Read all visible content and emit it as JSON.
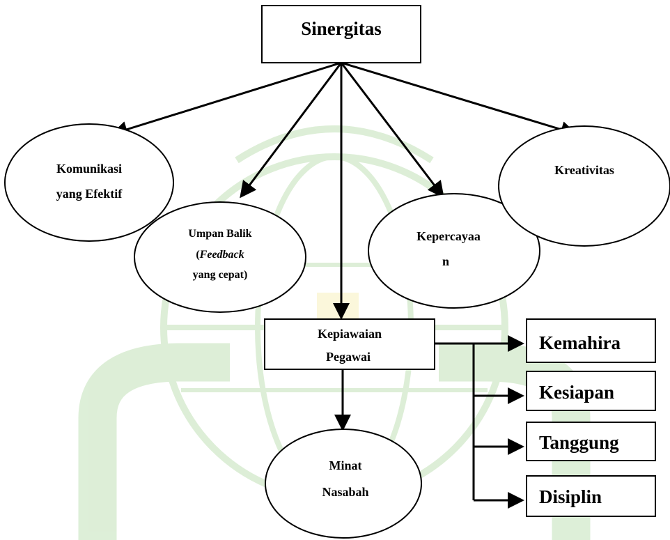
{
  "diagram": {
    "watermark": "university logo watermark",
    "nodes": {
      "sinergitas": "Sinergitas",
      "komunikasi_l1": "Komunikasi",
      "komunikasi_l2": "yang Efektif",
      "umpan_l1": "Umpan Balik",
      "umpan_l2_open": "(",
      "umpan_l2_italic": "Feedback",
      "umpan_l3": "yang cepat)",
      "kepercayaan_l1": "Kepercayaa",
      "kepercayaan_l2": "n",
      "kreativitas": "Kreativitas",
      "kepiawaian_l1": "Kepiawaian",
      "kepiawaian_l2": "Pegawai",
      "minat_l1": "Minat",
      "minat_l2": "Nasabah",
      "kemahiran": "Kemahira",
      "kesiapan": "Kesiapan",
      "tanggung": "Tanggung",
      "disiplin": "Disiplin"
    },
    "colors": {
      "stroke": "#000000",
      "watermark": "#9fd08f",
      "watermark_accent": "#f4ea9a"
    }
  }
}
